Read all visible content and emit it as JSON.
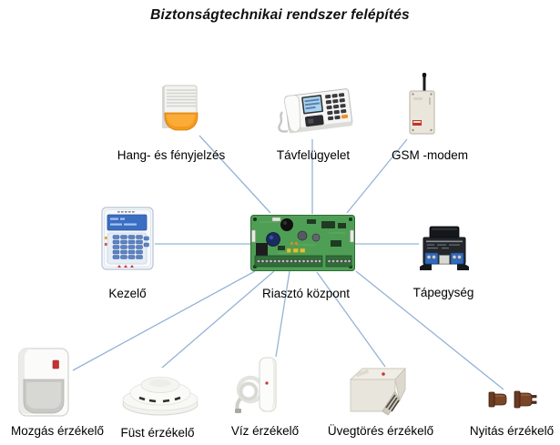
{
  "title": "Biztonságtechnikai rendszer felépítés",
  "colors": {
    "connector_line": "#95B3D7",
    "title_text": "#111111",
    "label_text": "#000000",
    "pcb_green": "#4f9e55",
    "siren_orange": "#f59a1e"
  },
  "nodes": {
    "panel": {
      "label": "Riasztó központ",
      "icon": "alarm-control-pcb"
    },
    "siren": {
      "label": "Hang- és fényjelzés",
      "icon": "siren-strobe"
    },
    "monitoring": {
      "label": "Távfelügyelet",
      "icon": "desk-phone"
    },
    "gsm": {
      "label": "GSM -modem",
      "icon": "gsm-modem"
    },
    "keypad": {
      "label": "Kezelő",
      "icon": "alarm-keypad"
    },
    "psu": {
      "label": "Tápegység",
      "icon": "transformer-power-supply"
    },
    "motion": {
      "label": "Mozgás érzékelő",
      "icon": "pir-motion-sensor"
    },
    "smoke": {
      "label": "Füst érzékelő",
      "icon": "smoke-detector"
    },
    "water": {
      "label": "Víz érzékelő",
      "icon": "water-sensor"
    },
    "glass": {
      "label": "Üvegtörés érzékelő",
      "icon": "glass-break-sensor"
    },
    "contact": {
      "label": "Nyitás érzékelő",
      "icon": "magnetic-door-contact"
    }
  },
  "connections": [
    {
      "from": "panel",
      "to": "siren"
    },
    {
      "from": "panel",
      "to": "monitoring"
    },
    {
      "from": "panel",
      "to": "gsm"
    },
    {
      "from": "panel",
      "to": "keypad"
    },
    {
      "from": "panel",
      "to": "psu"
    },
    {
      "from": "panel",
      "to": "motion"
    },
    {
      "from": "panel",
      "to": "smoke"
    },
    {
      "from": "panel",
      "to": "water"
    },
    {
      "from": "panel",
      "to": "glass"
    },
    {
      "from": "panel",
      "to": "contact"
    }
  ]
}
